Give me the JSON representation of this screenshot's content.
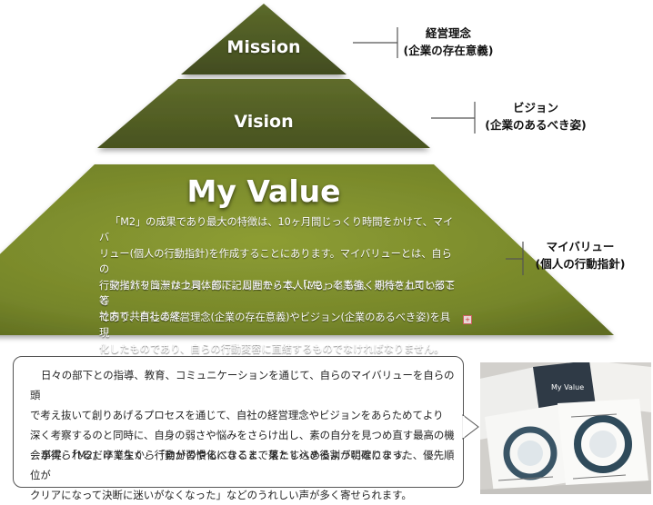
{
  "pyramid": {
    "mission": {
      "title": "Mission"
    },
    "vision": {
      "title": "Vision"
    },
    "my_value": {
      "title": "My Value",
      "paragraphs": [
        [
          "「M2」の成果であり最大の特徴は、10ヶ月間じっくり時間をかけて、マイバ",
          "リュー(個人の行動指針)を作成することにあります。マイバリューとは、自らの",
          "行動指針を簡潔かつ具体的に記したモノで、「M2」卒業後、それを上司と部下等",
          "社内で共有します。"
        ],
        [
          "マイバリューは上司、部下、周囲から本人にもっとも強く期待されていること",
          "であり、自社の経営理念(企業の存在意義)やビジョン(企業のあるべき姿)を具現",
          "化したものであり、自らの行動変容に直結するものでなければなりません。"
        ]
      ]
    }
  },
  "side_labels": {
    "mission": [
      "経営理念",
      "(企業の存在意義)"
    ],
    "vision": [
      "ビジョン",
      "(企業のあるべき姿)"
    ],
    "my_value": [
      "マイバリュー",
      "(個人の行動指針)"
    ]
  },
  "comment": {
    "paragraphs": [
      [
        "日々の部下との指導、教育、コミュニケーションを通じて、自らのマイバリューを自らの頭",
        "で考え抜いて創りあげるプロセスを通じて、自社の経営理念やビジョンをあらためてより",
        "深く考察するのと同時に、自身の弱さや悩みをさらけ出し、素の自分を見つめ直す最高の機",
        "会が得られるだけでなく、行動が習慣化になるまで落とし込めるようになります。"
      ],
      [
        "事実、「M2」卒業生から「自分のやるべきこと、果たすべき役割が明確になった、優先順位が",
        "クリアになって決断に迷いがなくなった」などのうれしい声が多く寄せられます。"
      ]
    ]
  },
  "photo": {
    "description_icon": "workbook-photo",
    "visible_text": "My Value"
  },
  "colors": {
    "mission": "#4a5526",
    "vision": "#566227",
    "my_value": "#7f8f2a",
    "line": "#555555"
  }
}
